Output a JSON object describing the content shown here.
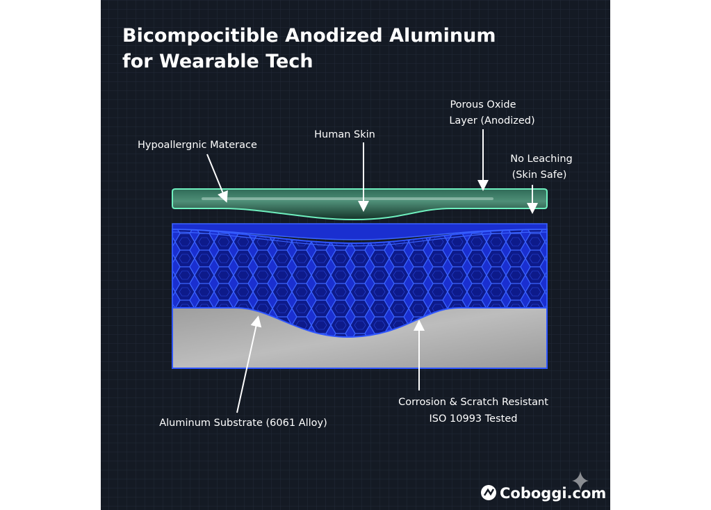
{
  "title": {
    "line1": "Bicompocitible Anodized Aluminum",
    "line2": "for Wearable Tech"
  },
  "labels": {
    "hypoallergenic": "Hypoallergnic Materace",
    "human_skin": "Human Skin",
    "porous_oxide_1": "Porous Oxide",
    "porous_oxide_2": "Layer (Anodized)",
    "no_leaching_1": "No Leaching",
    "no_leaching_2": "(Skin Safe)",
    "substrate": "Aluminum Substrate (6061 Alloy)",
    "corrosion_1": "Corrosion & Scratch Resistant",
    "corrosion_2": "ISO 10993 Tested"
  },
  "logo": {
    "text": "Coboggi.com"
  },
  "colors": {
    "background": "#141a24",
    "skin_layer": "#5fe0b0",
    "oxide_layer": "#1e3cff",
    "substrate": "#a9a9a9"
  }
}
